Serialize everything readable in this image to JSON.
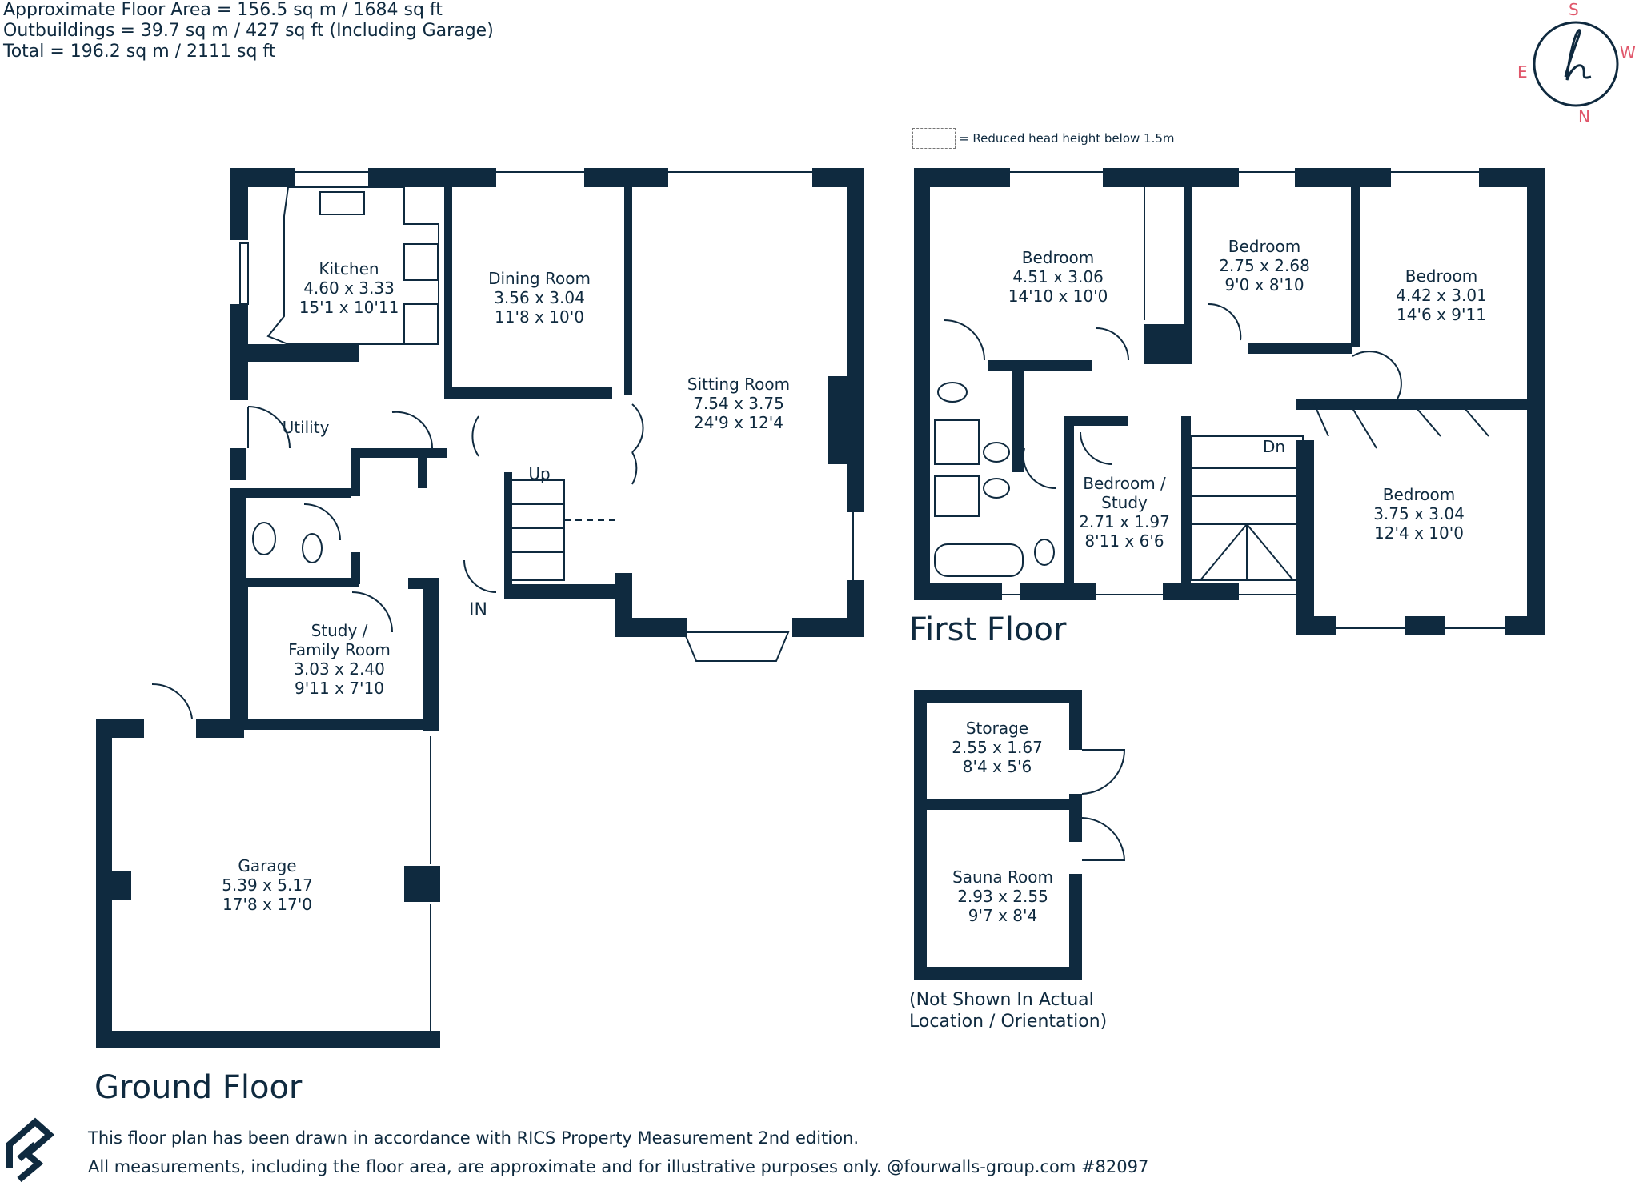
{
  "header": {
    "line1": "Approximate Floor Area = 156.5 sq m / 1684 sq ft",
    "line2": "Outbuildings = 39.7 sq m / 427 sq ft (Including Garage)",
    "line3": "Total = 196.2 sq m / 2111 sq ft"
  },
  "legend": {
    "text": "= Reduced head height below 1.5m"
  },
  "compass": {
    "s": "S",
    "e": "E",
    "w": "W",
    "n": "N",
    "accent": "#e0566a"
  },
  "ground_floor": {
    "title": "Ground Floor",
    "rooms": [
      {
        "name": "Kitchen",
        "metric": "4.60 x 3.33",
        "imperial": "15'1 x 10'11"
      },
      {
        "name": "Dining Room",
        "metric": "3.56 x 3.04",
        "imperial": "11'8 x 10'0"
      },
      {
        "name": "Sitting Room",
        "metric": "7.54 x 3.75",
        "imperial": "24'9 x 12'4"
      },
      {
        "name": "Utility"
      },
      {
        "name1": "Study /",
        "name2": "Family Room",
        "metric": "3.03 x 2.40",
        "imperial": "9'11 x 7'10"
      },
      {
        "name": "Garage",
        "metric": "5.39 x 5.17",
        "imperial": "17'8 x 17'0"
      }
    ],
    "up": "Up",
    "entrance": "IN"
  },
  "first_floor": {
    "title": "First Floor",
    "rooms": [
      {
        "name": "Bedroom",
        "metric": "4.51 x 3.06",
        "imperial": "14'10 x 10'0"
      },
      {
        "name": "Bedroom",
        "metric": "2.75 x 2.68",
        "imperial": "9'0 x 8'10"
      },
      {
        "name": "Bedroom",
        "metric": "4.42 x 3.01",
        "imperial": "14'6 x 9'11"
      },
      {
        "name1": "Bedroom /",
        "name2": "Study",
        "metric": "2.71 x 1.97",
        "imperial": "8'11 x 6'6"
      },
      {
        "name": "Bedroom",
        "metric": "3.75 x 3.04",
        "imperial": "12'4 x 10'0"
      }
    ],
    "down": "Dn"
  },
  "outbuildings": {
    "rooms": [
      {
        "name": "Storage",
        "metric": "2.55 x 1.67",
        "imperial": "8'4 x 5'6"
      },
      {
        "name": "Sauna Room",
        "metric": "2.93 x 2.55",
        "imperial": "9'7 x 8'4"
      }
    ],
    "note1": "(Not Shown In Actual",
    "note2": "Location / Orientation)"
  },
  "footer": {
    "line1": "This floor plan has been drawn in accordance with RICS Property Measurement 2nd edition.",
    "line2": "All measurements, including the floor area, are approximate and for illustrative purposes only. @fourwalls-group.com #82097"
  },
  "colors": {
    "wall": "#0f2a3f",
    "text": "#0f2a3f"
  }
}
